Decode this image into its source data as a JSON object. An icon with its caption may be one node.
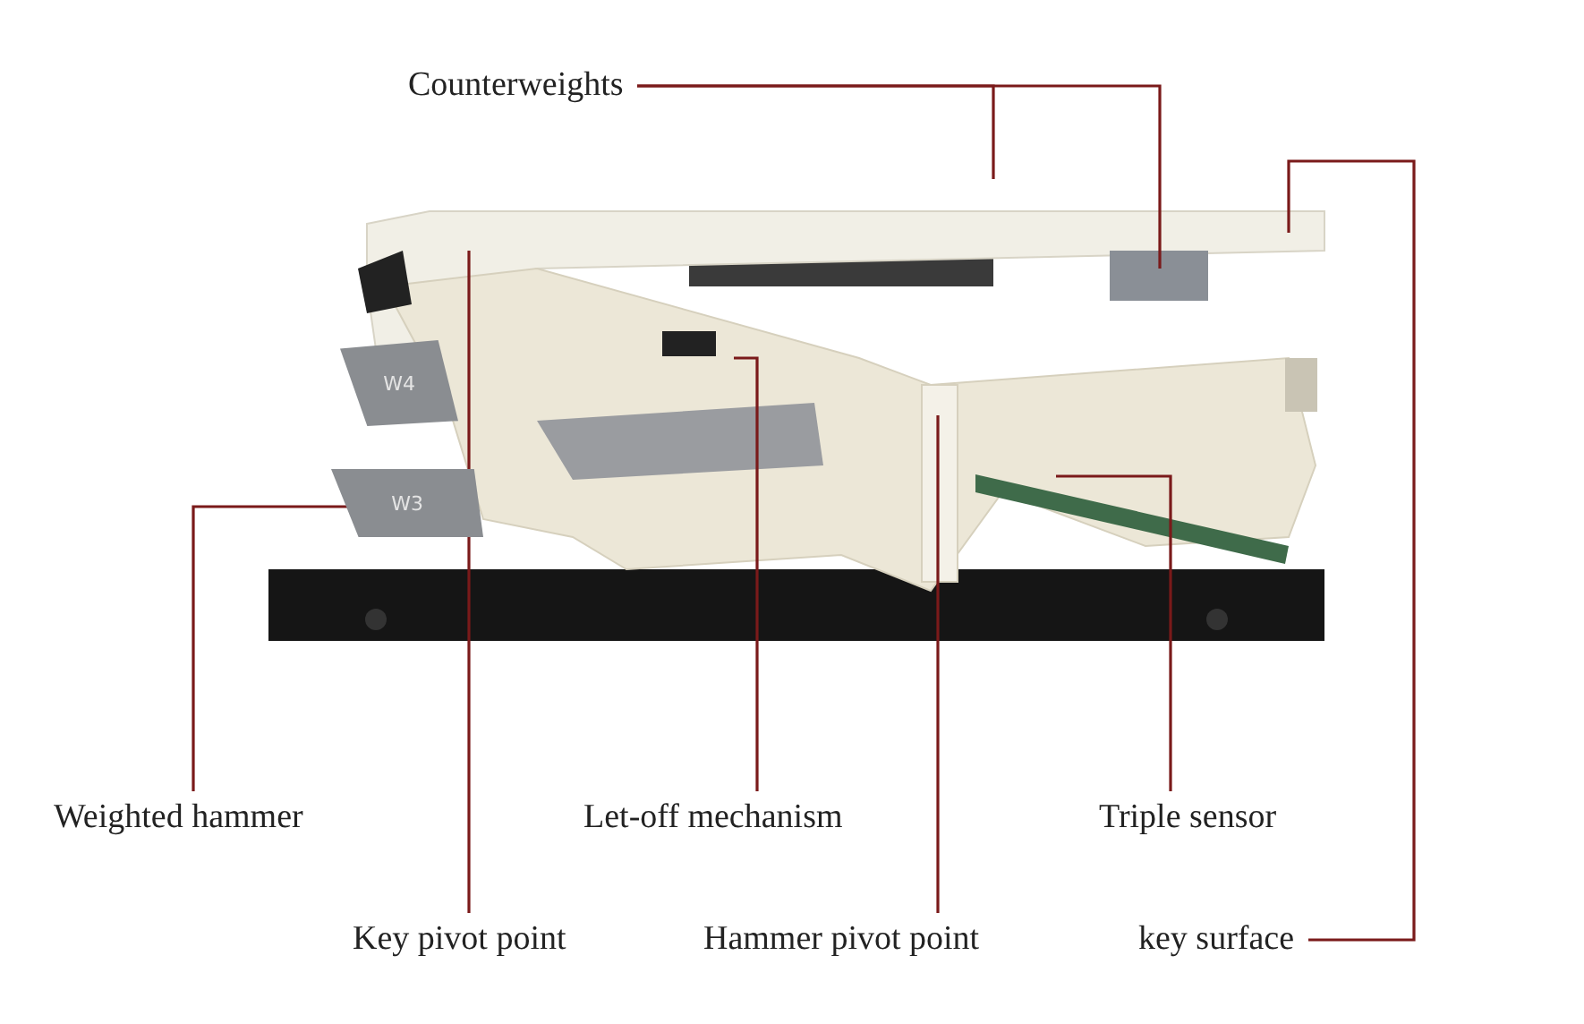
{
  "diagram": {
    "nodes": [
      {
        "text": [
          "Counterweights"
        ]
      },
      {
        "text": [
          "Weighted hammer"
        ]
      },
      {
        "text": [
          "Let-off mechanism"
        ]
      },
      {
        "text": [
          "Triple sensor"
        ]
      },
      {
        "text": [
          "Key pivot point"
        ]
      },
      {
        "text": [
          "Hammer pivot point"
        ]
      },
      {
        "text": [
          "key surface"
        ]
      },
      {
        "text": [
          "W4"
        ]
      },
      {
        "text": [
          "W3"
        ]
      }
    ],
    "edges": [
      {
        "from": 0,
        "to": null,
        "arrow": "none"
      },
      {
        "from": 0,
        "to": null,
        "arrow": "none"
      },
      {
        "from": 1,
        "to": 8,
        "arrow": "none"
      },
      {
        "from": 2,
        "to": null,
        "arrow": "none"
      },
      {
        "from": 3,
        "to": null,
        "arrow": "none"
      },
      {
        "from": 4,
        "to": null,
        "arrow": "none"
      },
      {
        "from": 5,
        "to": null,
        "arrow": "none"
      },
      {
        "from": 6,
        "to": null,
        "arrow": "none"
      }
    ]
  }
}
